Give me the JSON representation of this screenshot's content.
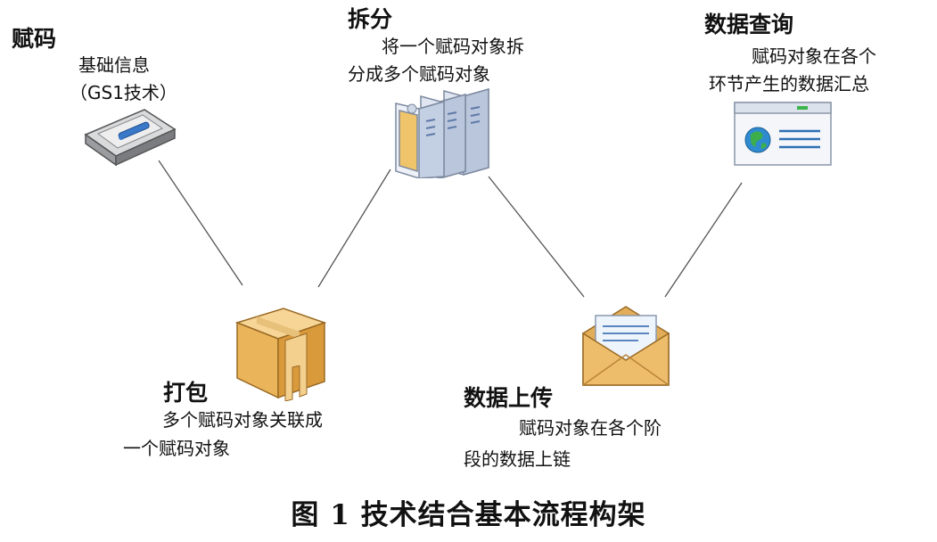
{
  "nodes": {
    "assign": {
      "title": "赋码",
      "desc_line1": "基础信息",
      "desc_line2": "（GS1技术）",
      "icon": "device-icon"
    },
    "split": {
      "title": "拆分",
      "desc_line1": "将一个赋码对象拆",
      "desc_line2": "分成多个赋码对象",
      "icon": "server-icon"
    },
    "query": {
      "title": "数据查询",
      "desc_line1": "赋码对象在各个",
      "desc_line2": "环节产生的数据汇总",
      "icon": "web-window-icon"
    },
    "pack": {
      "title": "打包",
      "desc_line1": "多个赋码对象关联成",
      "desc_line2": "一个赋码对象",
      "icon": "box-icon"
    },
    "upload": {
      "title": "数据上传",
      "desc_line1": "赋码对象在各个阶",
      "desc_line2": "段的数据上链",
      "icon": "envelope-icon"
    }
  },
  "caption": "图 1  技术结合基本流程构架",
  "colors": {
    "line": "#555555",
    "box": "#e8b862",
    "envelope": "#e2ad58",
    "screen": "#2e8bd0"
  }
}
